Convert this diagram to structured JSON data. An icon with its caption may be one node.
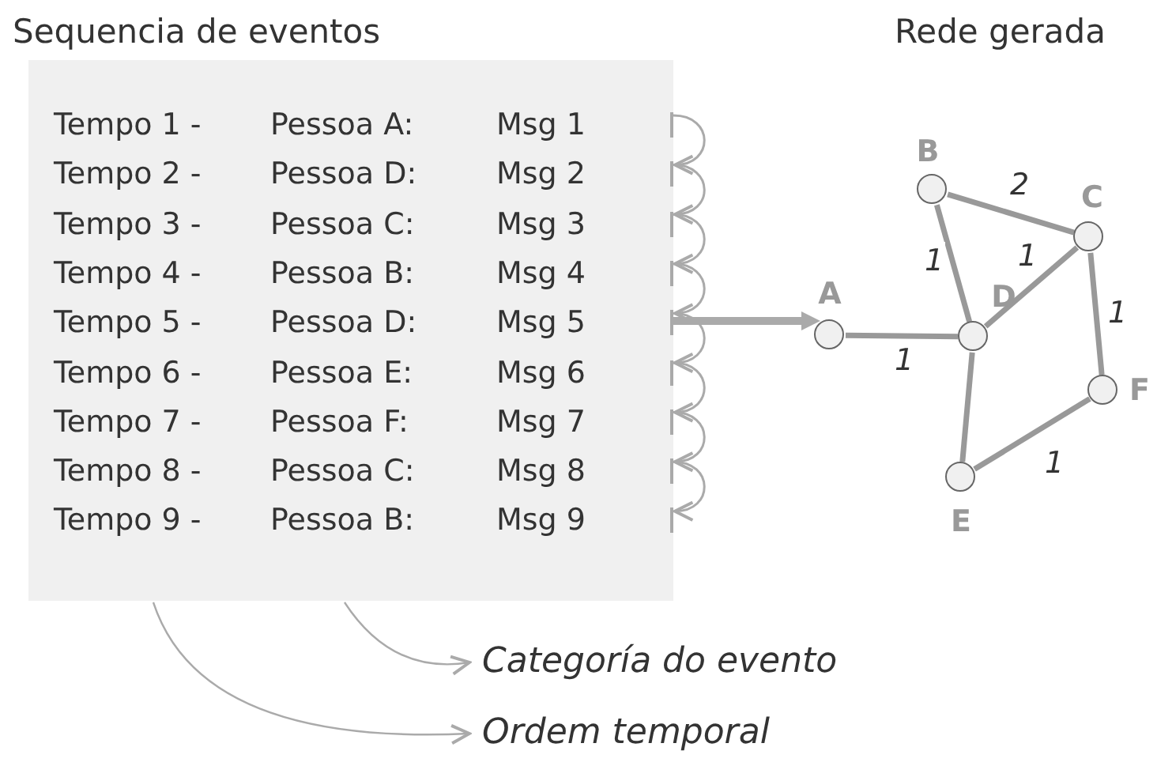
{
  "diagram": {
    "nodes": [
      {
        "text": [
          "Sequencia de eventos"
        ]
      },
      {
        "text": [
          "Tempo 1 -",
          "Pessoa A:",
          "Msg 1"
        ],
        "in": 0
      },
      {
        "text": [
          "Tempo 2 -",
          "Pessoa D:",
          "Msg 2"
        ],
        "in": 0
      },
      {
        "text": [
          "Tempo 3 -",
          "Pessoa C:",
          "Msg 3"
        ],
        "in": 0
      },
      {
        "text": [
          "Tempo 4 -",
          "Pessoa B:",
          "Msg 4"
        ],
        "in": 0
      },
      {
        "text": [
          "Tempo 5 -",
          "Pessoa D:",
          "Msg 5"
        ],
        "in": 0
      },
      {
        "text": [
          "Tempo 6 -",
          "Pessoa E:",
          "Msg 6"
        ],
        "in": 0
      },
      {
        "text": [
          "Tempo 7 -",
          "Pessoa F:",
          "Msg 7"
        ],
        "in": 0
      },
      {
        "text": [
          "Tempo 8 -",
          "Pessoa C:",
          "Msg 8"
        ],
        "in": 0
      },
      {
        "text": [
          "Tempo 9 -",
          "Pessoa B:",
          "Msg 9"
        ],
        "in": 0
      },
      {
        "text": [
          "A"
        ]
      },
      {
        "text": [
          "B"
        ]
      },
      {
        "text": [
          "C"
        ]
      },
      {
        "text": [
          "D"
        ]
      },
      {
        "text": [
          "E"
        ]
      },
      {
        "text": [
          "F"
        ]
      },
      {
        "text": [
          "Categoría do evento"
        ]
      },
      {
        "text": [
          "Ordem temporal"
        ]
      }
    ],
    "edges": [
      {
        "from": 1,
        "to": 2,
        "arrow": "to"
      },
      {
        "from": 2,
        "to": 3,
        "arrow": "to"
      },
      {
        "from": 3,
        "to": 4,
        "arrow": "to"
      },
      {
        "from": 4,
        "to": 5,
        "arrow": "to"
      },
      {
        "from": 5,
        "to": 6,
        "arrow": "to"
      },
      {
        "from": 6,
        "to": 7,
        "arrow": "to"
      },
      {
        "from": 7,
        "to": 8,
        "arrow": "to"
      },
      {
        "from": 8,
        "to": 9,
        "arrow": "to"
      },
      {
        "from": 0,
        "to": 10,
        "arrow": "to",
        "style": "thick"
      },
      {
        "from": 11,
        "to": 12,
        "arrow": "none",
        "label": "2",
        "style": "thick"
      },
      {
        "from": 11,
        "to": 13,
        "arrow": "none",
        "label": "1",
        "style": "thick"
      },
      {
        "from": 13,
        "to": 12,
        "arrow": "none",
        "label": "1",
        "style": "thick"
      },
      {
        "from": 12,
        "to": 15,
        "arrow": "none",
        "label": "1",
        "style": "thick"
      },
      {
        "from": 10,
        "to": 13,
        "arrow": "none",
        "label": "1",
        "style": "thick"
      },
      {
        "from": 13,
        "to": 14,
        "arrow": "none",
        "style": "thick"
      },
      {
        "from": 14,
        "to": 15,
        "arrow": "none",
        "label": "1",
        "style": "thick"
      },
      {
        "from": 0,
        "to": 16,
        "arrow": "to"
      },
      {
        "from": 0,
        "to": 17,
        "arrow": "to"
      }
    ],
    "labels": [
      "Rede gerada"
    ]
  }
}
